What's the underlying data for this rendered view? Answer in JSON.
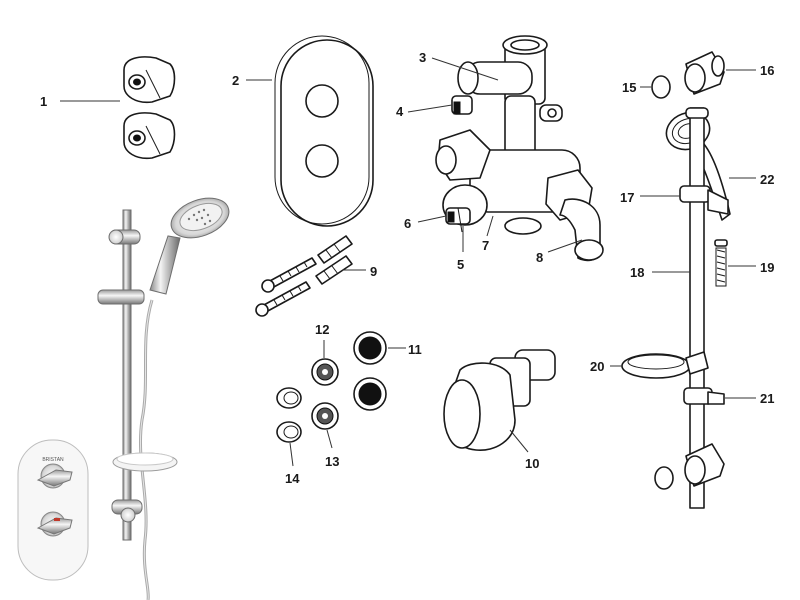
{
  "labels": {
    "p1": "1",
    "p2": "2",
    "p3": "3",
    "p4": "4",
    "p5": "5",
    "p6": "6",
    "p7": "7",
    "p8": "8",
    "p9": "9",
    "p10": "10",
    "p11": "11",
    "p12": "12",
    "p13": "13",
    "p14": "14",
    "p15": "15",
    "p16": "16",
    "p17": "17",
    "p18": "18",
    "p19": "19",
    "p20": "20",
    "p21": "21",
    "p22": "22"
  },
  "faceplate_brand": "BRISTAN"
}
